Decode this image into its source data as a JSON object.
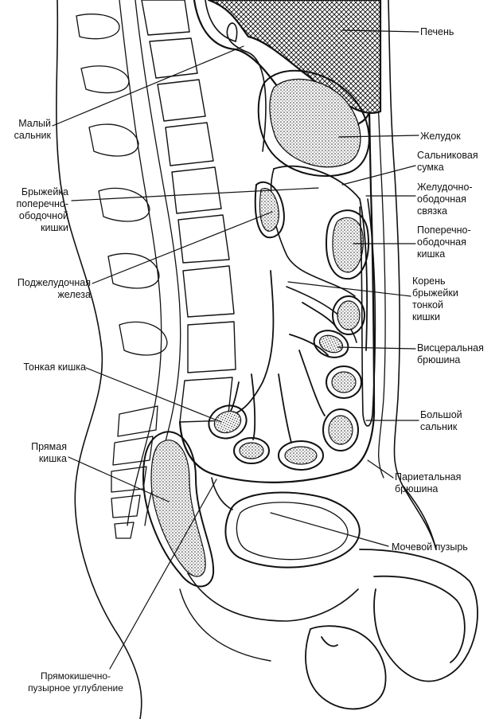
{
  "labels": {
    "liver": "Печень",
    "lesser_omentum": "Малый\nсальник",
    "stomach": "Желудок",
    "omental_bursa": "Сальниковая\nсумка",
    "transverse_mesocolon": "Брыжейка\nпоперечно-\nободочной\nкишки",
    "gastrocolic_ligament": "Желудочно-\nободочная\nсвязка",
    "transverse_colon": "Поперечно-\nободочная\nкишка",
    "pancreas": "Поджелудочная\nжелеза",
    "mesentery_root": "Корень\nбрыжейки\nтонкой\nкишки",
    "visceral_peritoneum": "Висцеральная\nбрюшина",
    "small_intestine": "Тонкая кишка",
    "greater_omentum": "Большой\nсальник",
    "rectum": "Прямая\nкишка",
    "parietal_peritoneum": "Париетальная\nбрюшина",
    "bladder": "Мочевой пузырь",
    "rectovesical_pouch": "Прямокишечно-\nпузырное углубление"
  },
  "colors": {
    "ink": "#111111",
    "paper": "#ffffff",
    "stipple": "#222222"
  }
}
